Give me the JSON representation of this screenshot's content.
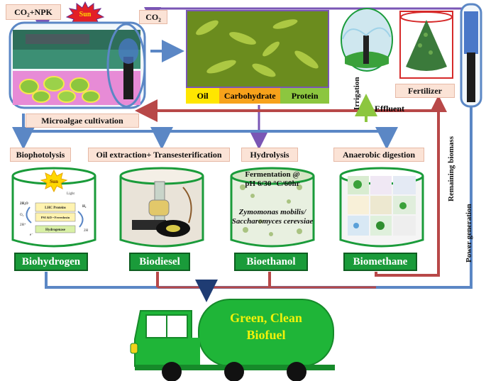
{
  "inputs": {
    "co2_npk": "CO₂+NPK",
    "sun": "Sun",
    "co2": "CO₂"
  },
  "cultivation": {
    "label": "Microalgae cultivation"
  },
  "composition": {
    "oil": "Oil",
    "carbohydrate": "Carbohydrate",
    "protein": "Protein"
  },
  "outputs": {
    "fertilizer": "Fertilizer",
    "irrigation": "Irrigation",
    "effluent": "Effluent",
    "remaining_biomass": "Remaining biomass",
    "power_generation": "Power generation"
  },
  "processes": {
    "biophotolysis": "Biophotolysis",
    "oil_extraction": "Oil extraction+ Transesterification",
    "hydrolysis": "Hydrolysis",
    "anaerobic": "Anaerobic digestion"
  },
  "biophotolysis_detail": {
    "sun": "Sun",
    "light": "Light",
    "h2o": "2H₂O",
    "h2": "H₂",
    "lhc": "LHC Proteins",
    "psi": "PSI &D • Ferredoxin",
    "hydrogenase": "Hydrogenase",
    "o2": "O₂",
    "h_plus": "2H⁺",
    "e_minus": "e⁻",
    "nadp": "2H"
  },
  "fermentation": {
    "line1": "Fermentation @",
    "line2": "pH 6/30 °C/60hr",
    "organism1": "Zymomonas mobilis/",
    "organism2": "Saccharomyces cerevsiae"
  },
  "products": {
    "biohydrogen": "Biohydrogen",
    "biodiesel": "Biodiesel",
    "bioethanol": "Bioethanol",
    "biomethane": "Biomethane"
  },
  "truck": {
    "line1": "Green, Clean",
    "line2": "Biofuel"
  },
  "colors": {
    "blue_arrow": "#5b87c5",
    "red_arrow": "#b84848",
    "purple_arrow": "#7a56b5",
    "green_label": "#1a9b3a",
    "peach_box": "#fbe3d6",
    "truck_green": "#1fb538"
  }
}
